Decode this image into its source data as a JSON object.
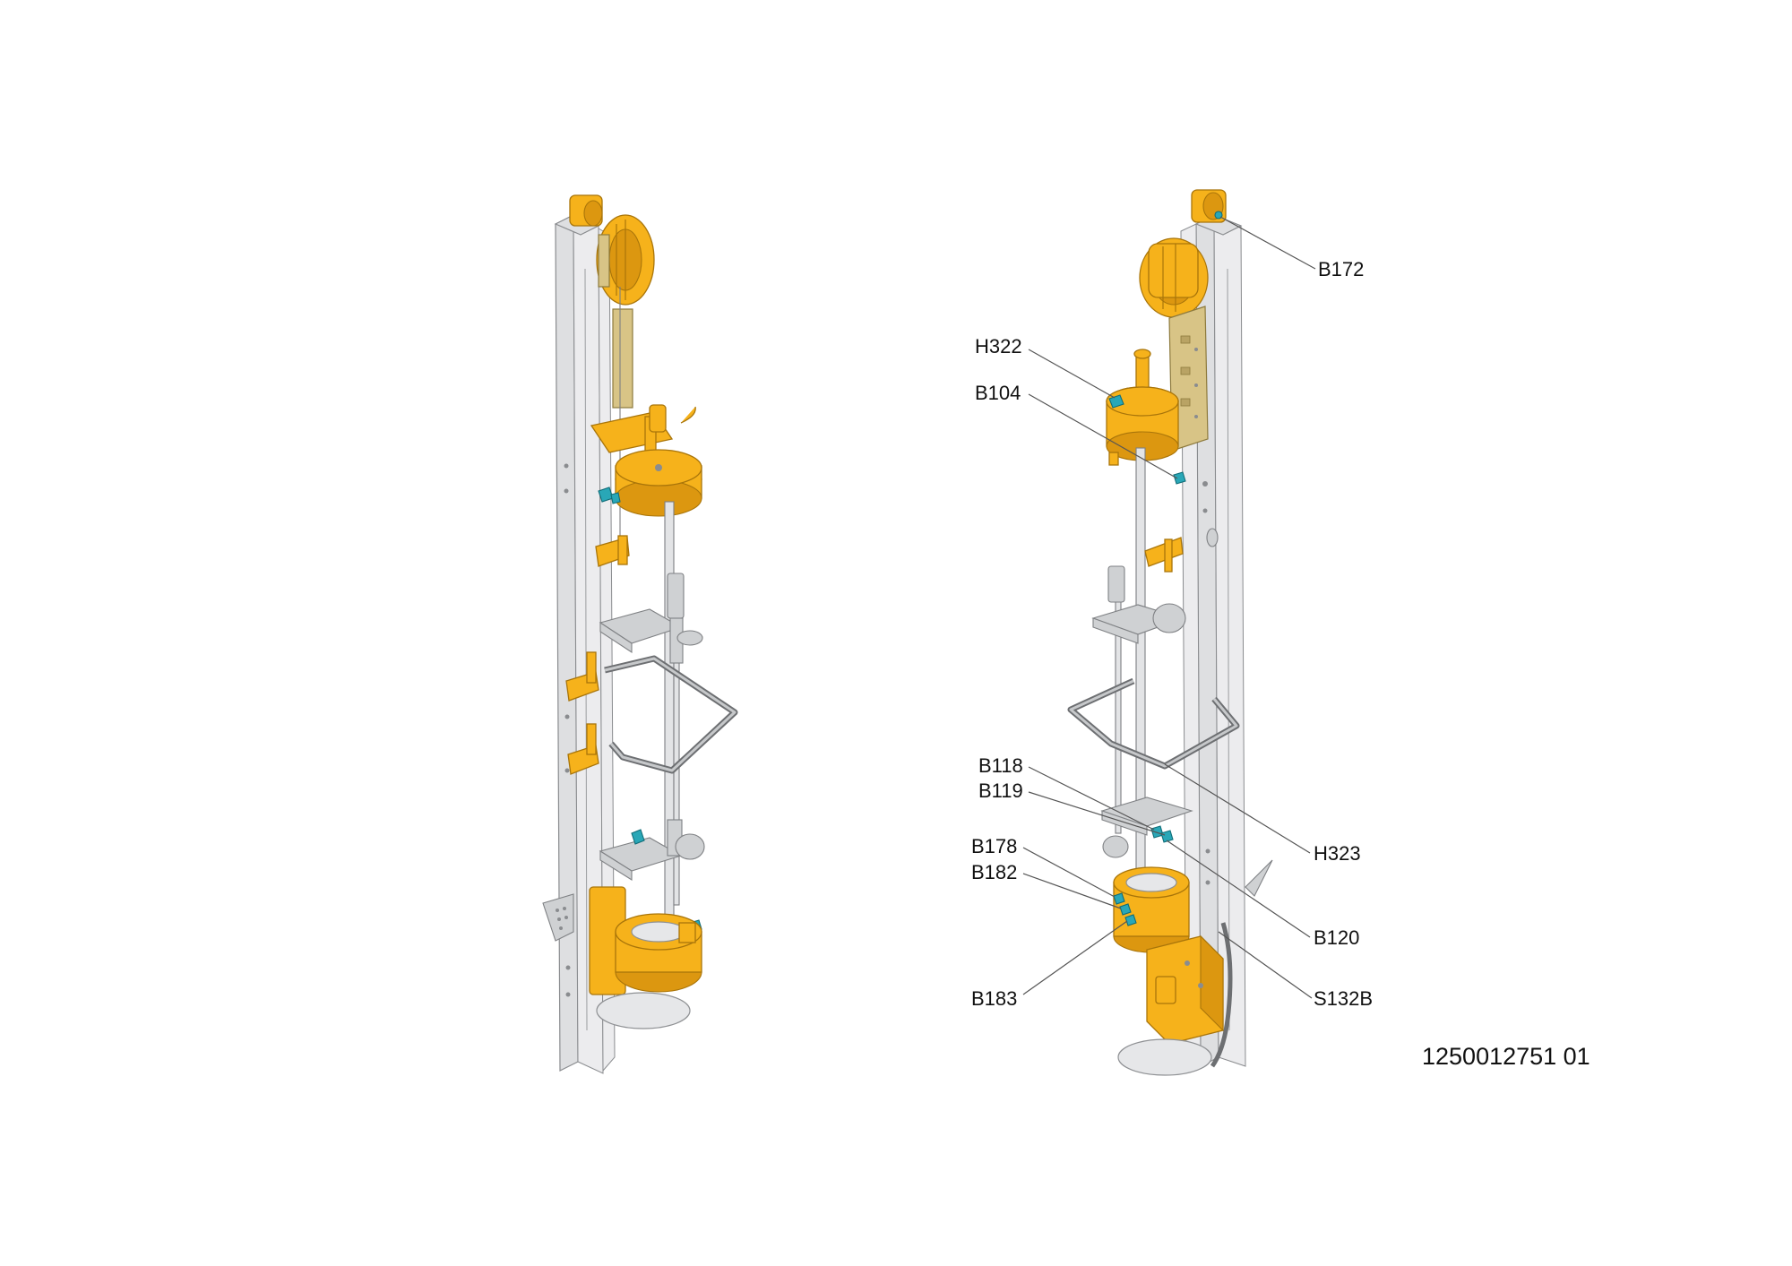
{
  "callouts": {
    "B172": "B172",
    "H322": "H322",
    "B104": "B104",
    "B118": "B118",
    "B119": "B119",
    "H323": "H323",
    "B178": "B178",
    "B182": "B182",
    "B120": "B120",
    "S132B": "S132B",
    "B183": "B183"
  },
  "document_number": "1250012751 01",
  "colors": {
    "component_yellow": "#f6b21b",
    "sensor_teal": "#29a7b7",
    "pcb_tan": "#d8c486",
    "frame_grey": "#dedfe1"
  }
}
